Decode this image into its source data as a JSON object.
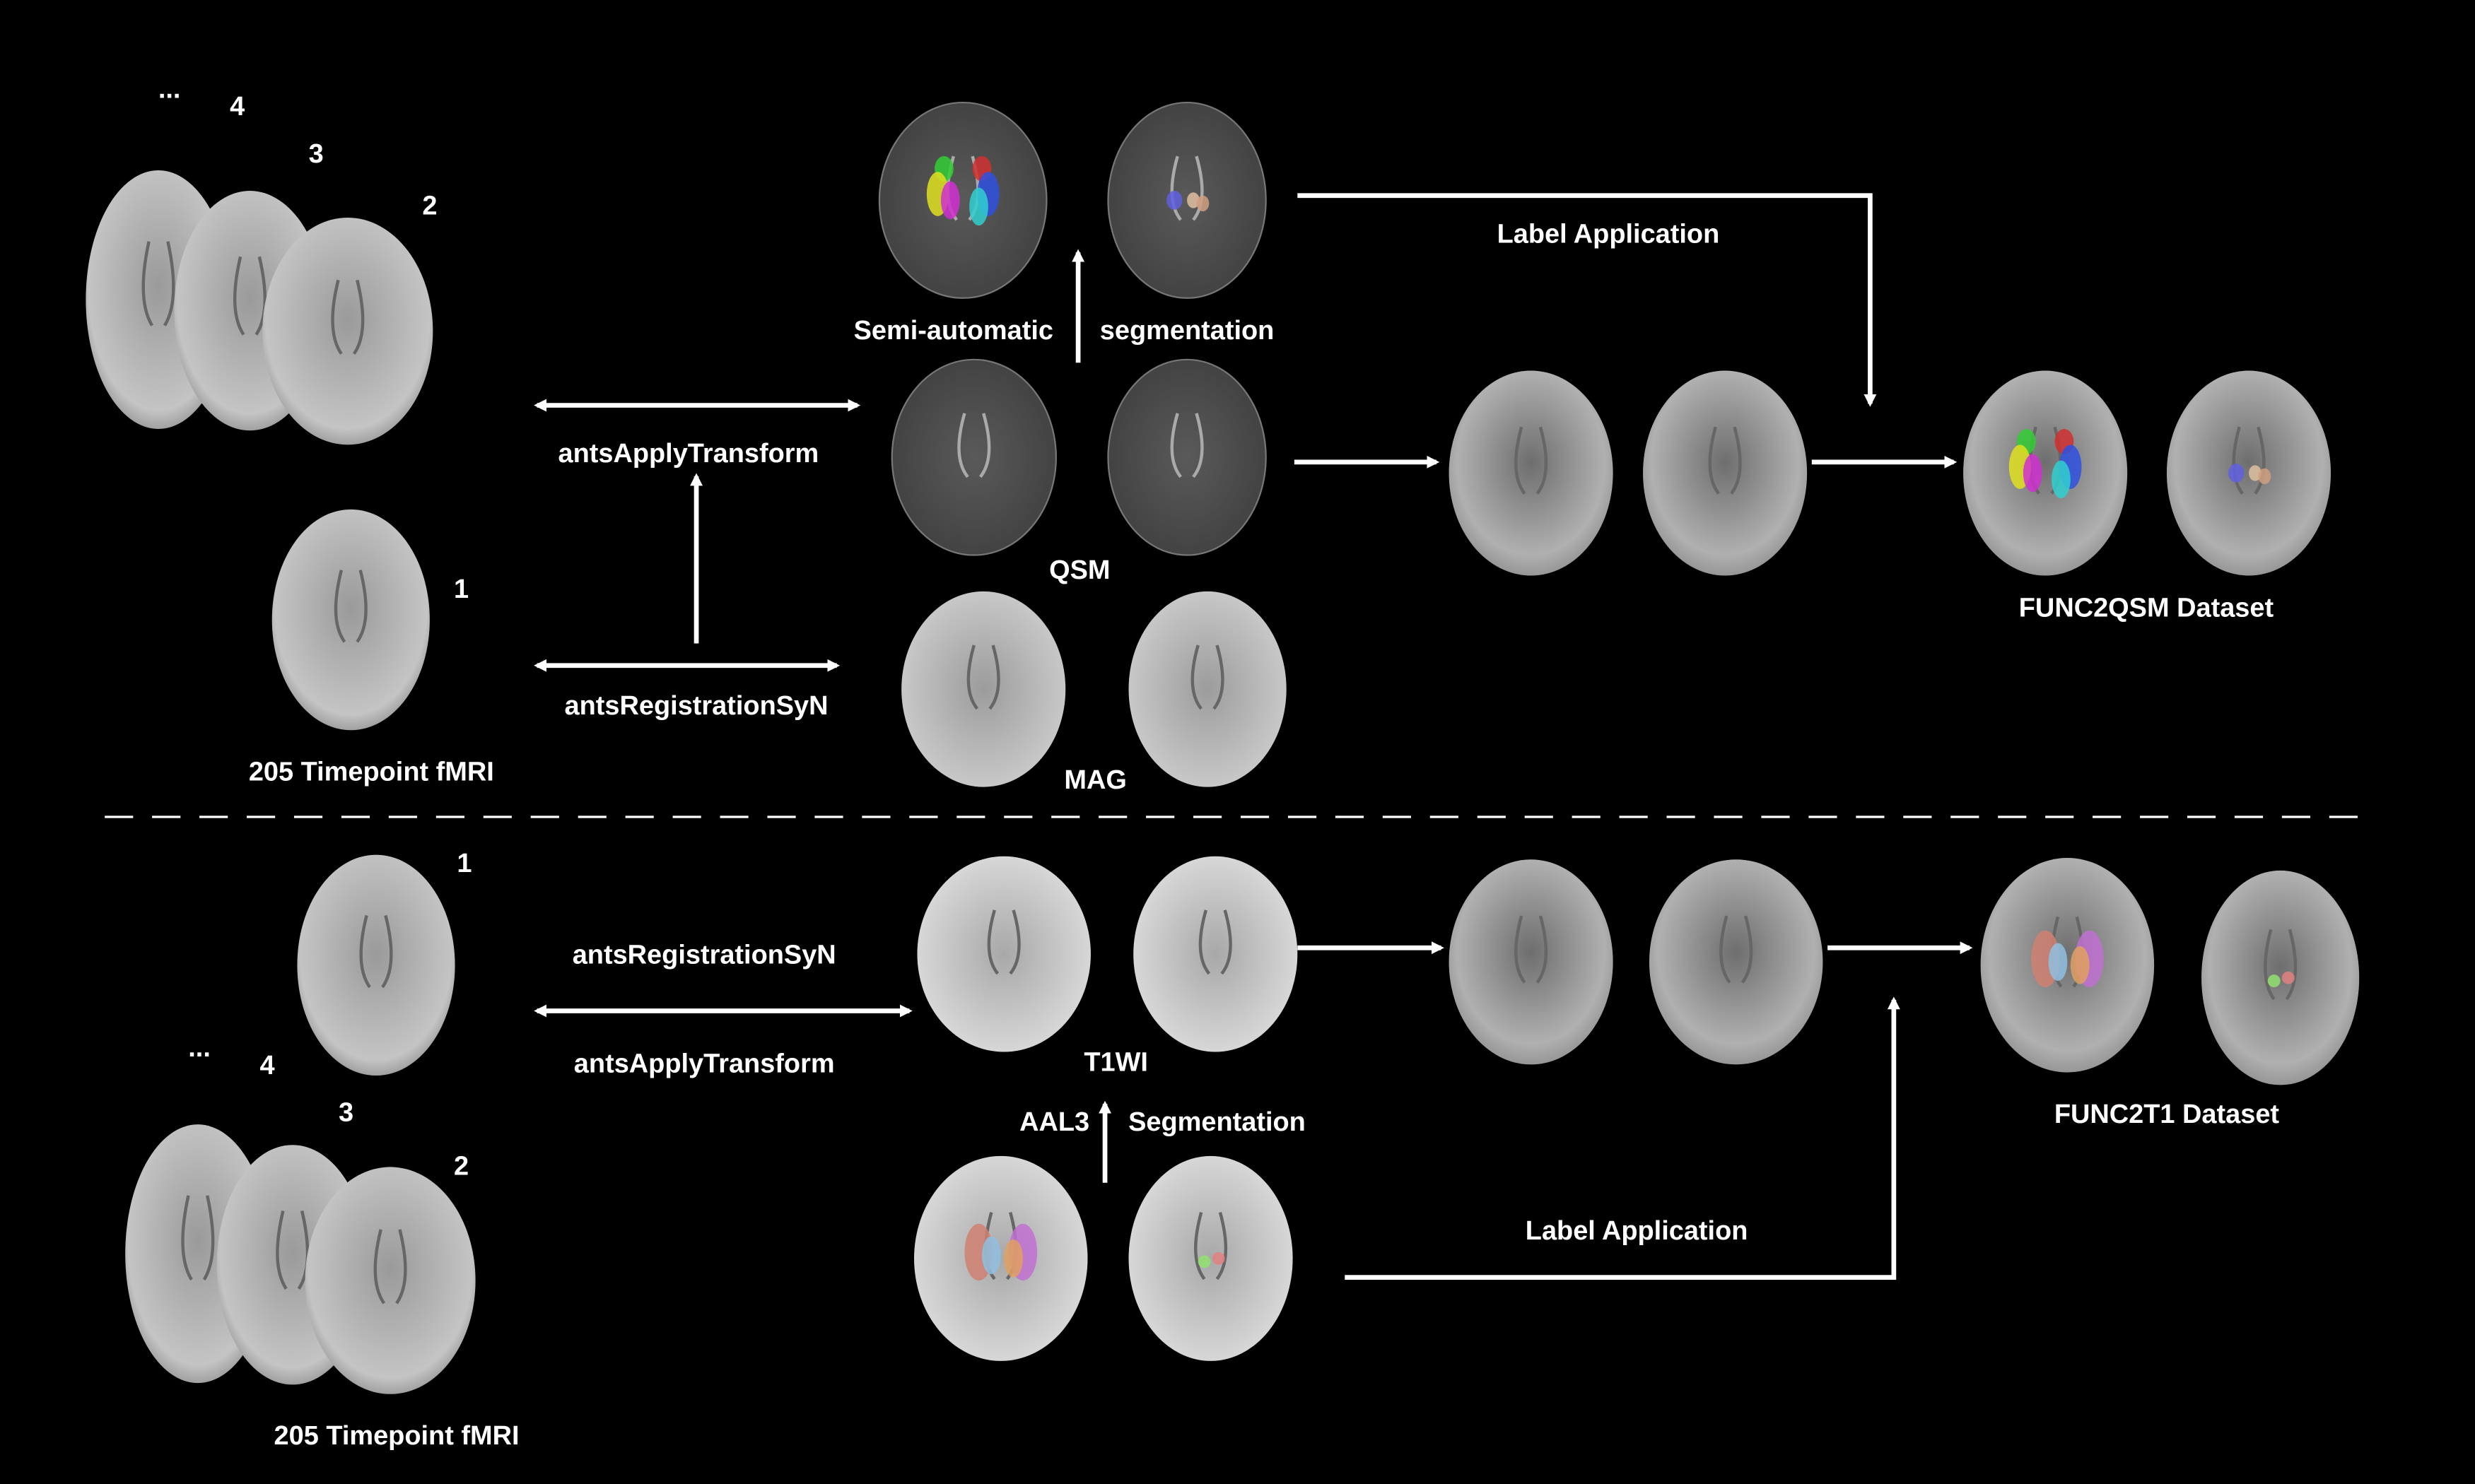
{
  "top_pipeline": {
    "fmri_numbers": [
      "...",
      "4",
      "3",
      "2",
      "1"
    ],
    "fmri_caption": "205 Timepoint fMRI",
    "transform_label": "antsApplyTransform",
    "registration_label": "antsRegistrationSyN",
    "seg_left": "Semi-automatic",
    "seg_right": "segmentation",
    "qsm_caption": "QSM",
    "mag_caption": "MAG",
    "label_application": "Label Application",
    "dataset_caption": "FUNC2QSM Dataset"
  },
  "bottom_pipeline": {
    "fmri_numbers": [
      "1",
      "...",
      "4",
      "3",
      "2"
    ],
    "fmri_caption": "205 Timepoint fMRI",
    "registration_label": "antsRegistrationSyN",
    "transform_label": "antsApplyTransform",
    "t1_caption": "T1WI",
    "seg_left": "AAL3",
    "seg_right": "Segmentation",
    "label_application": "Label Application",
    "dataset_caption": "FUNC2T1 Dataset"
  },
  "colors": {
    "background": "#000000",
    "foreground": "#ffffff"
  }
}
